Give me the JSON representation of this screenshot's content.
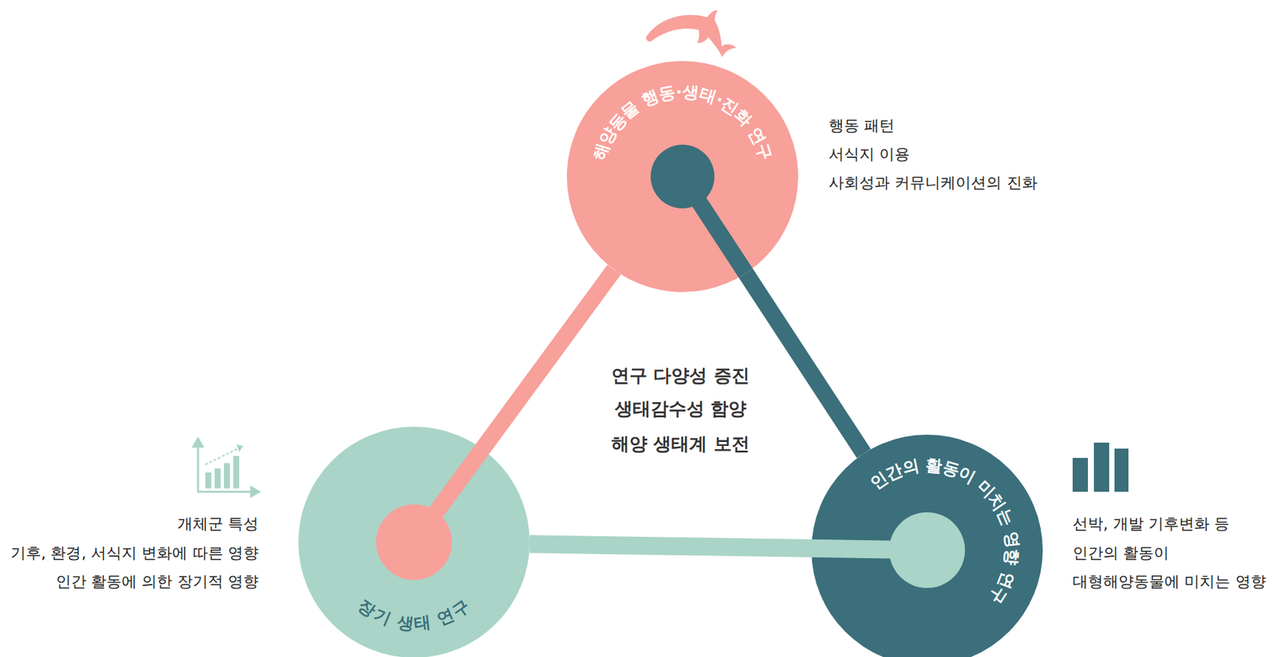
{
  "diagram": {
    "nodes": [
      {
        "text": [
          "해양동물 행동·생태·진화 연구"
        ]
      },
      {
        "text": [
          "장기 생태 연구"
        ]
      },
      {
        "text": [
          "인간의 활동이 미치는 영향 연구"
        ]
      }
    ],
    "edges": [
      {
        "from": 1,
        "to": 0,
        "arrow": "none"
      },
      {
        "from": 0,
        "to": 2,
        "arrow": "none"
      },
      {
        "from": 1,
        "to": 2,
        "arrow": "none"
      }
    ],
    "labels": [
      "행동 패턴",
      "서식지 이용",
      "사회성과 커뮤니케이션의 진화",
      "연구 다양성 증진",
      "생태감수성 함양",
      "해양 생태계 보전",
      "개체군 특성",
      "기후, 환경, 서식지 변화에 따른 영향",
      "인간 활동에 의한 장기적 영향",
      "선박, 개발 기후변화 등",
      "인간의 활동이",
      "대형해양동물에 미치는 영향"
    ]
  }
}
